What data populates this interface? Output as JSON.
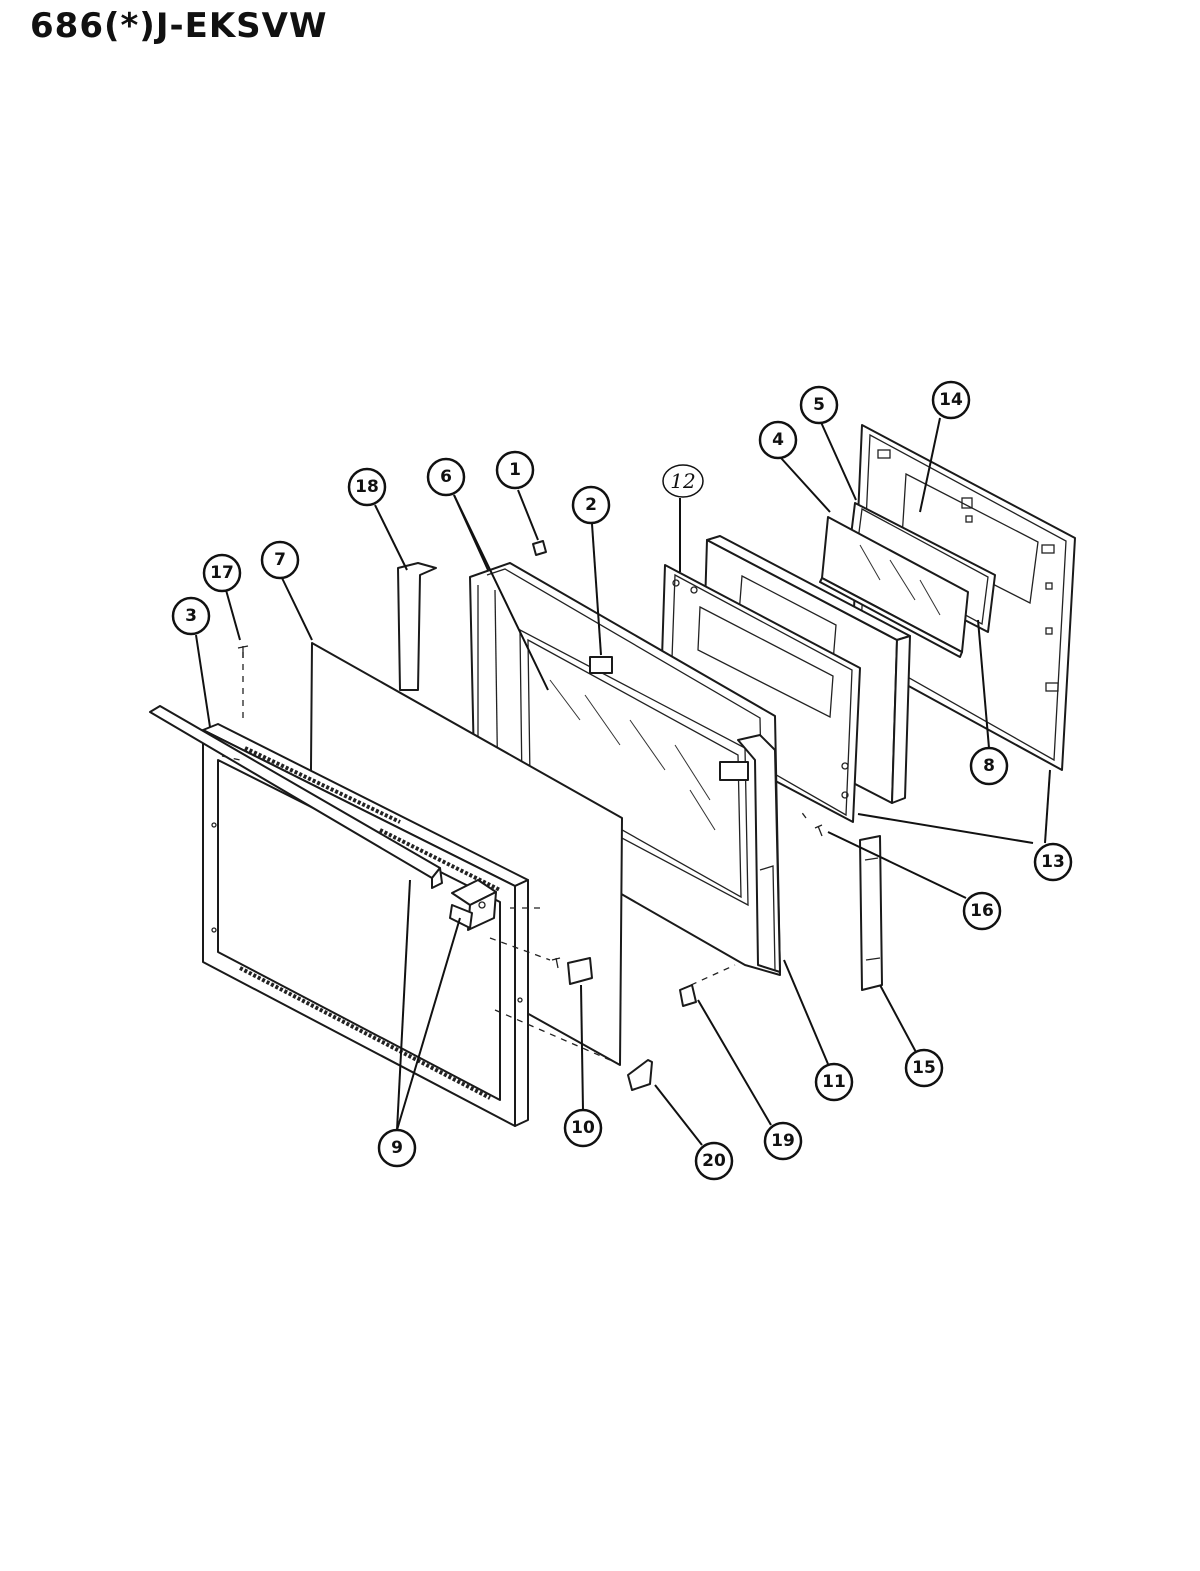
{
  "title": "686(*)J-EKSVW",
  "callouts": [
    {
      "id": "1",
      "label": "1"
    },
    {
      "id": "2",
      "label": "2"
    },
    {
      "id": "3",
      "label": "3"
    },
    {
      "id": "4",
      "label": "4"
    },
    {
      "id": "5",
      "label": "5"
    },
    {
      "id": "6",
      "label": "6"
    },
    {
      "id": "7",
      "label": "7"
    },
    {
      "id": "8",
      "label": "8"
    },
    {
      "id": "9",
      "label": "9"
    },
    {
      "id": "10",
      "label": "10"
    },
    {
      "id": "11",
      "label": "11"
    },
    {
      "id": "12",
      "label": "12"
    },
    {
      "id": "13",
      "label": "13"
    },
    {
      "id": "14",
      "label": "14"
    },
    {
      "id": "15",
      "label": "15"
    },
    {
      "id": "16",
      "label": "16"
    },
    {
      "id": "17",
      "label": "17"
    },
    {
      "id": "18",
      "label": "18"
    },
    {
      "id": "19",
      "label": "19"
    },
    {
      "id": "20",
      "label": "20"
    }
  ]
}
